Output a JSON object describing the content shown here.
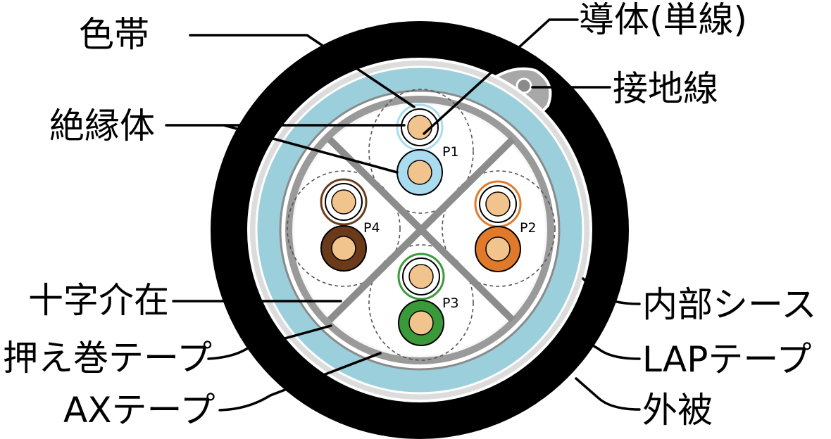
{
  "labels": {
    "color_band": "色帯",
    "conductor": "導体(単線)",
    "ground_wire": "接地線",
    "insulator": "絶縁体",
    "cross_spacer": "十字介在",
    "binding_tape": "押え巻テープ",
    "ax_tape": "AXテープ",
    "inner_sheath": "内部シース",
    "lap_tape": "LAPテープ",
    "outer_jacket": "外被"
  },
  "pairs": {
    "p1": "P1",
    "p2": "P2",
    "p3": "P3",
    "p4": "P4"
  },
  "colors": {
    "outer_jacket": "#000000",
    "lap_tape": "#9a9a9a",
    "ax_tape": "#9ccfdc",
    "inner_sheath": "#dcdcdc",
    "core_fill": "#ffffff",
    "cross_spacer": "#8c8c8c",
    "conductor": "#f2c48d",
    "blue": "#a8dcee",
    "orange": "#e07a2a",
    "brown": "#6b3a1a",
    "green": "#3a9a3a"
  }
}
